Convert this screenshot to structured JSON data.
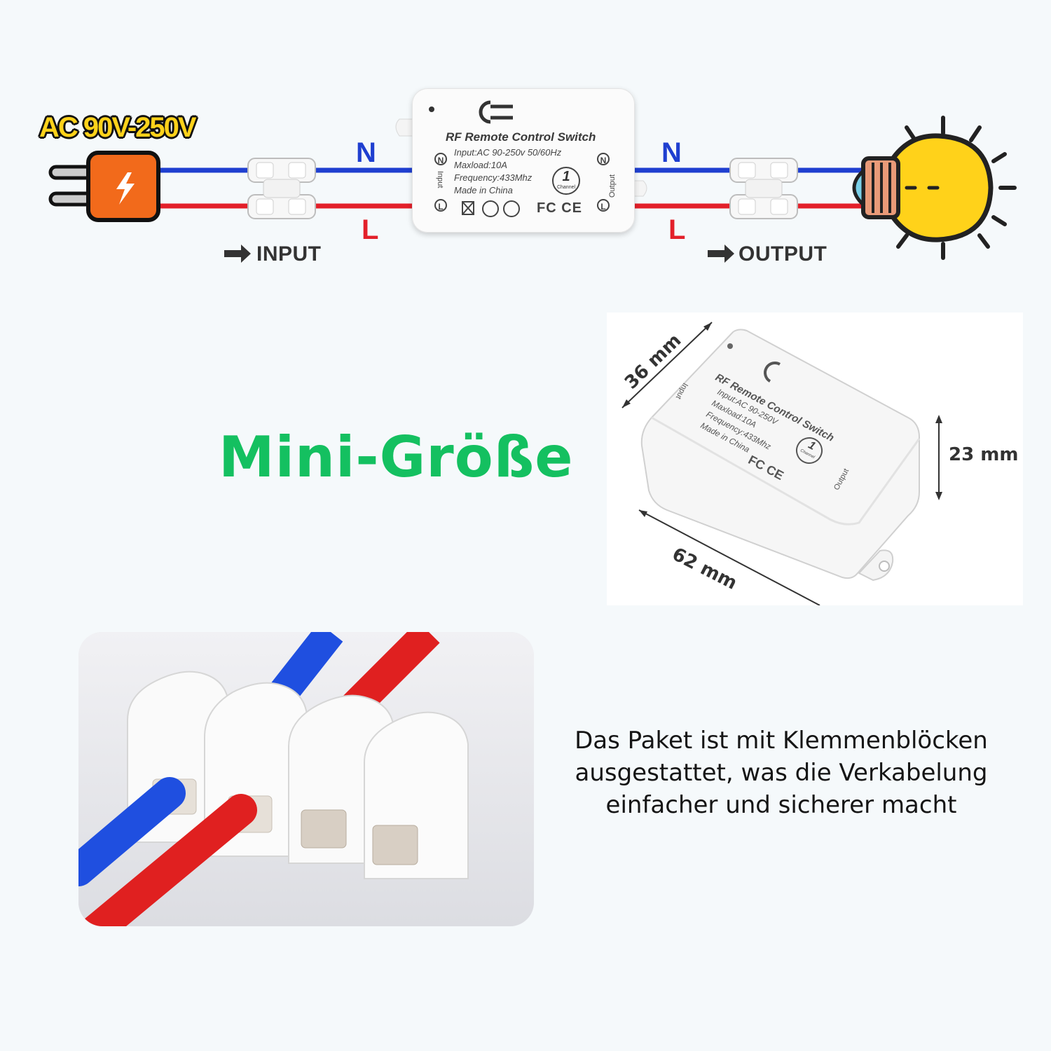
{
  "voltage_label": "AC 90V-250V",
  "wire_labels": {
    "input_n": "N",
    "input_l": "L",
    "output_n": "N",
    "output_l": "L"
  },
  "flow_labels": {
    "input": "INPUT",
    "output": "OUTPUT"
  },
  "module": {
    "title": "RF Remote Control Switch",
    "input_spec": "Input:AC 90-250v 50/60Hz",
    "maxload": "Maxload:10A",
    "frequency": "Frequency:433Mhz",
    "origin": "Made in China",
    "side_input": "Input",
    "side_output": "Output",
    "terminal_n": "N",
    "terminal_l": "L",
    "channel_number": "1",
    "channel_word": "Channel",
    "cert_marks": "FC CE"
  },
  "headline": "Mini-Größe",
  "dimensions": {
    "depth": "36 mm",
    "height": "23 mm",
    "length": "62 mm"
  },
  "photo_module": {
    "title": "RF Remote Control Switch",
    "input_spec": "Input:AC 90-250V",
    "maxload": "Maxload:10A",
    "frequency": "Frequency:433Mhz",
    "origin": "Made in China",
    "side_input": "Input",
    "side_output": "Output",
    "channel_number": "1",
    "channel_word": "Channel",
    "cert_marks": "FC CE"
  },
  "description": "Das Paket ist mit Klemmenblöcken ausgestattet, was die Verkabelung einfacher und sicherer macht",
  "colors": {
    "neutral_wire": "#1f3fd0",
    "live_wire": "#e3202a",
    "headline": "#14c060",
    "bulb": "#ffd21a",
    "plug": "#f26a1b"
  },
  "icons": [
    "plug-icon",
    "power-button-icon",
    "light-bulb-icon",
    "arrow-right-icon",
    "terminal-block-icon"
  ]
}
